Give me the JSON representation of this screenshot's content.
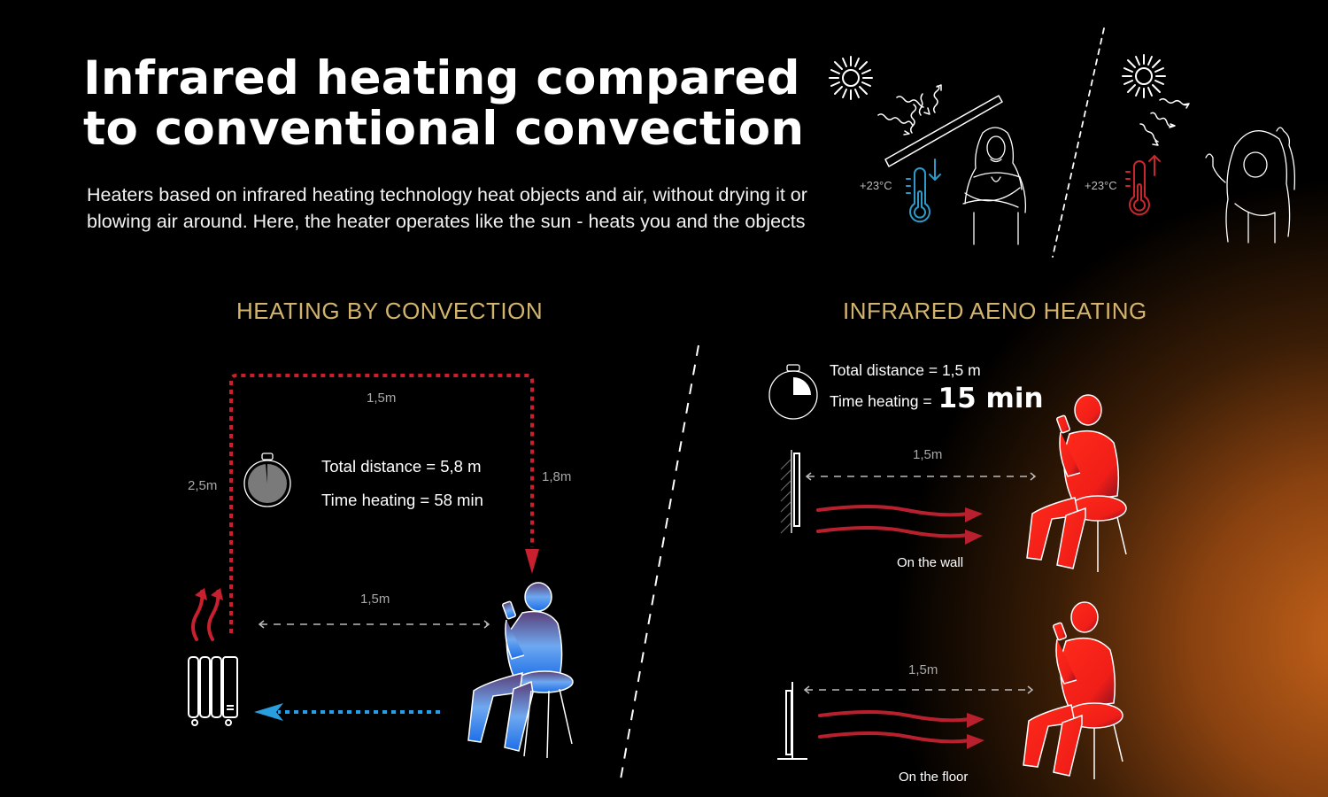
{
  "header": {
    "title_line1": "Infrared heating compared",
    "title_line2": "to conventional convection",
    "subtitle": "Heaters based on infrared heating technology heat objects and air, without drying it or blowing air around. Here, the heater operates like the sun - heats you and the objects"
  },
  "top_illustration": {
    "left": {
      "temperature": "+23°C",
      "thermometer_color": "#2e9ac9",
      "trend": "down",
      "icons": [
        "sun-icon",
        "glass-panel",
        "reflected-rays",
        "thermometer-icon",
        "arrow-down-icon",
        "cold-woman-figure"
      ]
    },
    "right": {
      "temperature": "+23°C",
      "thermometer_color": "#c8282d",
      "trend": "up",
      "icons": [
        "sun-icon",
        "direct-rays",
        "thermometer-icon",
        "arrow-up-icon",
        "happy-woman-figure"
      ]
    }
  },
  "convection": {
    "heading": "HEATING BY CONVECTION",
    "path_labels": {
      "top": "1,5m",
      "left": "2,5m",
      "right": "1,8m",
      "direct": "1,5m"
    },
    "total_distance": "Total distance = 5,8 m",
    "time_heating": "Time heating = 58 min",
    "timer_fraction": 0.97,
    "colors": {
      "warm_path": "#c8202e",
      "cold_return": "#2a9fe0",
      "person_gradient_top": "#5a3f78",
      "person_gradient_bottom": "#1c6ee8"
    }
  },
  "infrared": {
    "heading": "INFRARED AENO HEATING",
    "total_distance": "Total distance = 1,5 m",
    "time_heating_label": "Time heating =",
    "time_heating_value": "15 min",
    "timer_fraction": 0.25,
    "placements": [
      {
        "distance": "1,5m",
        "caption": "On the wall"
      },
      {
        "distance": "1,5m",
        "caption": "On the floor"
      }
    ],
    "colors": {
      "rays": "#b9202e",
      "person": "#f2261a",
      "glow": "#c4621a"
    }
  }
}
